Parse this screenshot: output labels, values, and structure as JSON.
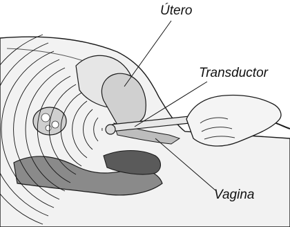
{
  "labels": {
    "uterus": "Útero",
    "transducer": "Transductor",
    "vagina": "Vagina"
  },
  "colors": {
    "outline": "#1a1a1a",
    "shade_light": "#d9d9d9",
    "shade_mid": "#9a9a9a",
    "shade_dark": "#4a4a4a",
    "background": "#ffffff"
  }
}
